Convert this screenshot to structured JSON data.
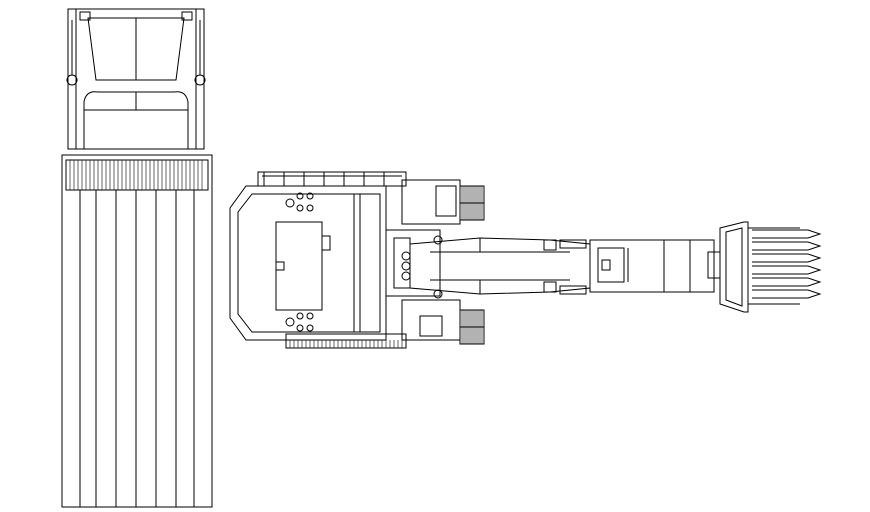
{
  "drawing": {
    "background": "#ffffff",
    "line_color": "#000000",
    "subjects": [
      "dump-truck",
      "excavator"
    ],
    "view": "top"
  }
}
